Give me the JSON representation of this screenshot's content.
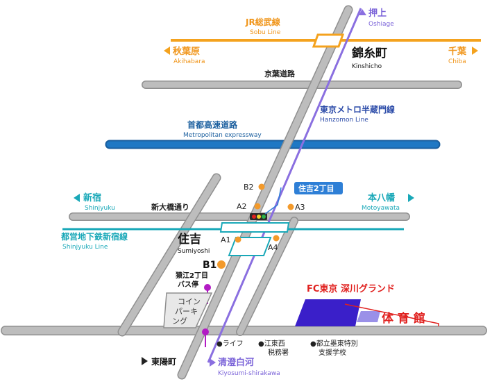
{
  "colors": {
    "road": "#b9b9b9",
    "road_edge": "#8f8f8f",
    "jr": "#f4a21e",
    "expressway": "#1f6fb7",
    "hanzomon": "#8a6fe0",
    "shinjuku": "#19a8b8",
    "exit": "#f39a2b",
    "bus": "#b21bc4",
    "venue": "#3a1fc9",
    "red": "#e0201e",
    "label_blue": "#2e7fd6"
  },
  "stations": {
    "oshiage": {
      "jp": "押上",
      "en": "Oshiage"
    },
    "kinshicho": {
      "jp": "錦糸町",
      "en": "Kinshicho"
    },
    "akihabara": {
      "jp": "秋葉原",
      "en": "Akihabara"
    },
    "chiba": {
      "jp": "千葉",
      "en": "Chiba"
    },
    "shinjuku": {
      "jp": "新宿",
      "en": "Shinjyuku"
    },
    "motoyawata": {
      "jp": "本八幡",
      "en": "Motoyawata"
    },
    "sumiyoshi": {
      "jp": "住吉",
      "en": "Sumiyoshi"
    },
    "kiyosumi": {
      "jp": "清澄白河",
      "en": "Kiyosumi-shirakawa"
    },
    "toyocho": {
      "jp": "東陽町"
    }
  },
  "lines": {
    "jr_sobu": {
      "jp": "JR総武線",
      "en": "Sobu Line"
    },
    "hanzomon": {
      "jp": "東京メトロ半蔵門線",
      "en": "Hanzomon Line"
    },
    "shinjuku": {
      "jp": "都営地下鉄新宿線",
      "en": "Shinjyuku Line"
    }
  },
  "roads": {
    "keiyo": "京葉道路",
    "expressway_jp": "首都高速道路",
    "expressway_en": "Metropolitan expressway",
    "shin_ohashi": "新大橋通り"
  },
  "exits": [
    "B2",
    "A2",
    "A3",
    "A1",
    "A4",
    "B1"
  ],
  "callout": "住吉2丁目",
  "bus_stop": {
    "line1": "猿江2丁目",
    "line2": "バス停"
  },
  "parking": [
    "コイン",
    "パーキ",
    "ング"
  ],
  "venue": {
    "name": "FC東京 深川グランド",
    "building": "体 育 館"
  },
  "landmarks": {
    "life": "●ライフ",
    "koto_tax_1": "●江東西",
    "koto_tax_2": "税務署",
    "school_1": "●都立墨東特別",
    "school_2": "支援学校"
  }
}
